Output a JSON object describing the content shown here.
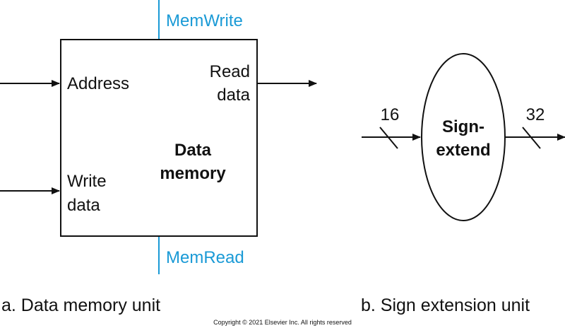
{
  "data_memory": {
    "control_write": "MemWrite",
    "control_read": "MemRead",
    "address_label": "Address",
    "write_data_line1": "Write",
    "write_data_line2": "data",
    "read_data_line1": "Read",
    "read_data_line2": "data",
    "title_line1": "Data",
    "title_line2": "memory",
    "caption": "a. Data memory unit"
  },
  "sign_extend": {
    "input_width": "16",
    "output_width": "32",
    "title_line1": "Sign-",
    "title_line2": "extend",
    "caption": "b. Sign extension unit"
  },
  "copyright": "Copyright © 2021 Elsevier Inc. All rights reserved",
  "colors": {
    "control_signal": "#1a9ad6",
    "line": "#111111"
  }
}
